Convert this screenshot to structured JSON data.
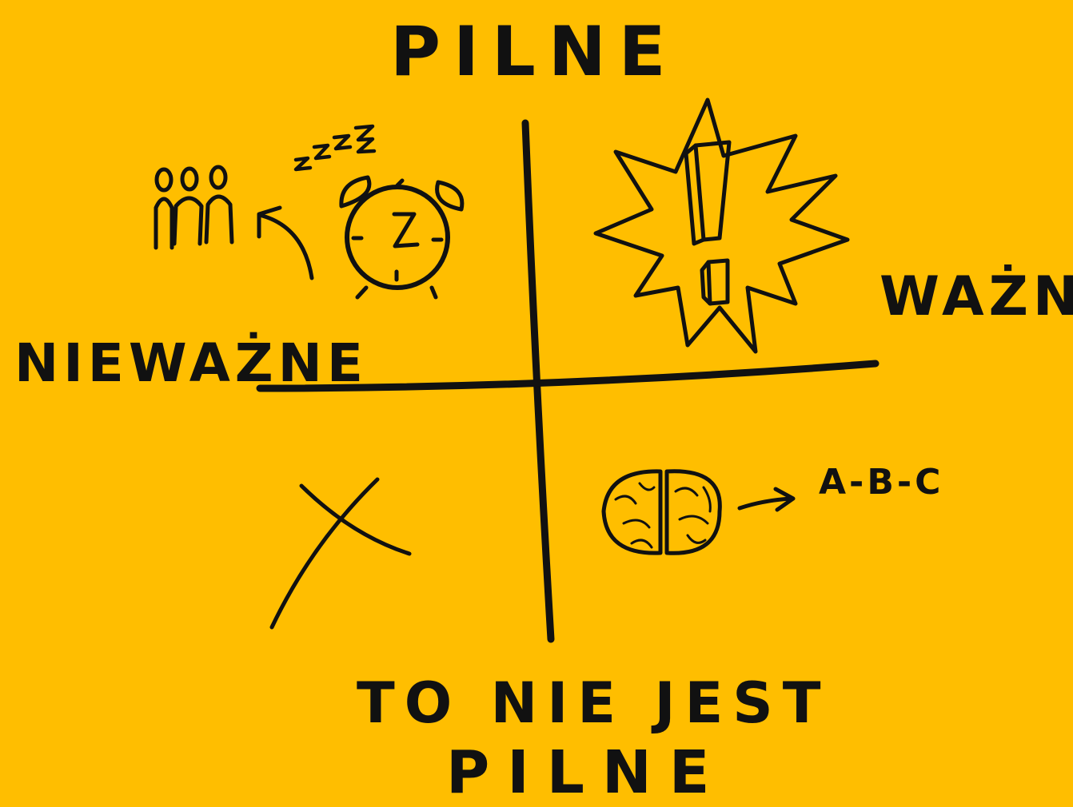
{
  "matrix": {
    "top_label": "PILNE",
    "right_label": "WAŻNE",
    "left_label": "NIEWAŻNE",
    "bottom_label_line1": "TO NIE JEST",
    "bottom_label_line2": "PILNE"
  },
  "quadrants": {
    "urgent_unimportant": {
      "icons": [
        "people-icon",
        "arrow-icon",
        "alarm-clock-icon",
        "snooze-zzz-icon"
      ]
    },
    "urgent_important": {
      "icons": [
        "explosion-burst-icon",
        "exclamation-icon"
      ]
    },
    "not_urgent_unimportant": {
      "icons": [
        "cross-x-icon"
      ]
    },
    "not_urgent_important": {
      "icons": [
        "brain-icon",
        "arrow-icon"
      ],
      "note": "A-B-C"
    }
  },
  "colors": {
    "background": "#FFBE00",
    "ink": "#111111",
    "paper": "#FFFFFF"
  }
}
